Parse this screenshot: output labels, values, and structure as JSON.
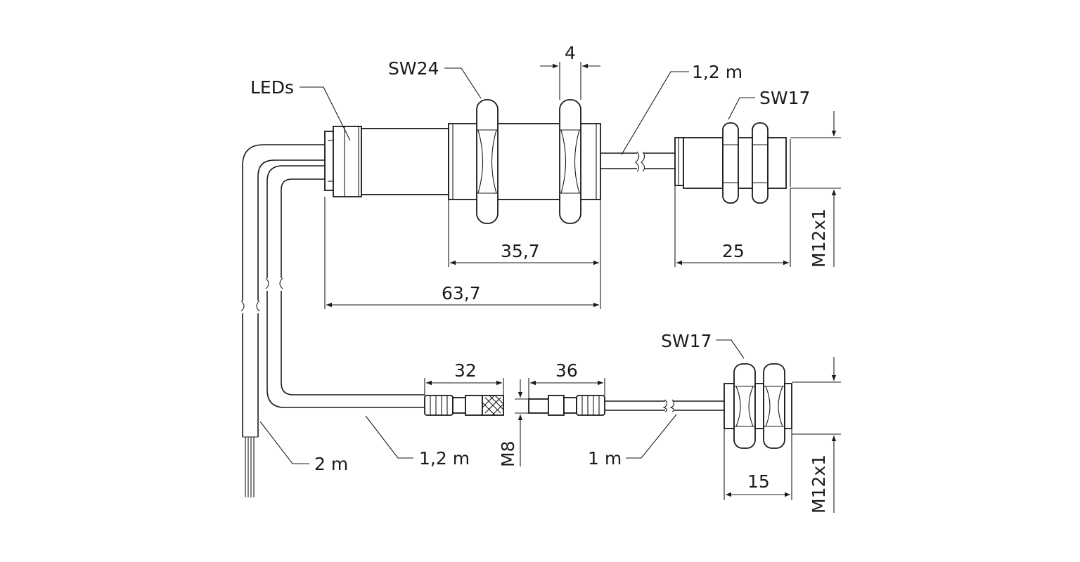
{
  "labels": {
    "leds": "LEDs",
    "sw24": "SW24",
    "dim_4": "4",
    "cable_1_2m_top": "1,2 m",
    "sw17_top": "SW17",
    "thread_top": "M12x1",
    "dim_35_7": "35,7",
    "dim_63_7": "63,7",
    "dim_25": "25",
    "dim_32": "32",
    "dim_36": "36",
    "thread_m8": "M8",
    "cable_2m": "2 m",
    "cable_1_2m_bottom": "1,2 m",
    "cable_1m": "1 m",
    "sw17_bottom": "SW17",
    "dim_15": "15",
    "thread_bottom": "M12x1"
  },
  "colors": {
    "line": "#1a1a1a",
    "background": "#ffffff"
  }
}
